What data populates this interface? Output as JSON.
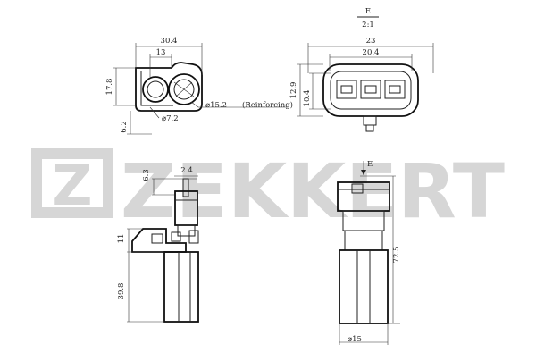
{
  "brand": {
    "name": "ZEKKERT",
    "logo_letter": "Z",
    "logo_color": "#d6d6d6"
  },
  "detail": {
    "letter": "E",
    "scale": "2:1"
  },
  "dimensions": {
    "top_width": "30.4",
    "top_inner": "13",
    "top_height": "17.8",
    "top_lug": "6.2",
    "hole_small": "⌀7.2",
    "hole_large": "⌀15.2",
    "reinforcing": "(Reinforcing)",
    "conn_outer": "23",
    "conn_inner": "20.4",
    "conn_height": "12.9",
    "conn_inner_height": "10.4",
    "side_top": "6.3",
    "side_pin": "2.4",
    "side_bracket": "11",
    "side_body": "39.8",
    "front_total": "72.5",
    "front_dia": "⌀15",
    "view_mark": "E"
  }
}
